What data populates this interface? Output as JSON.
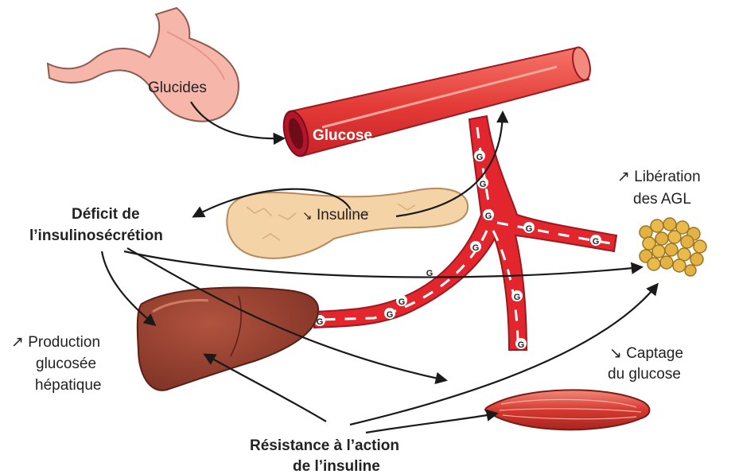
{
  "labels": {
    "glucides": "Glucides",
    "glucose": "Glucose",
    "insuline": "Insuline",
    "insuline_arrow": "↘",
    "deficit_line1": "Déficit de",
    "deficit_line2": "l’insulinosécrétion",
    "liberation_line1": "↗ Libération",
    "liberation_line2": "des AGL",
    "production_line1": "↗ Production",
    "production_line2": "glucosée",
    "production_line3": "hépatique",
    "captage_line1": "↘ Captage",
    "captage_line2": "du glucose",
    "resistance_line1": "Résistance à l’action",
    "resistance_line2": "de l’insuline",
    "g_marker": "G"
  },
  "colors": {
    "vessel_red": "#e0232a",
    "vessel_light": "#f26a5e",
    "liver": "#8b3a2c",
    "pancreas": "#f3d2a6",
    "stomach": "#f6b2a6",
    "fat": "#e3b244",
    "muscle": "#d9433a"
  }
}
